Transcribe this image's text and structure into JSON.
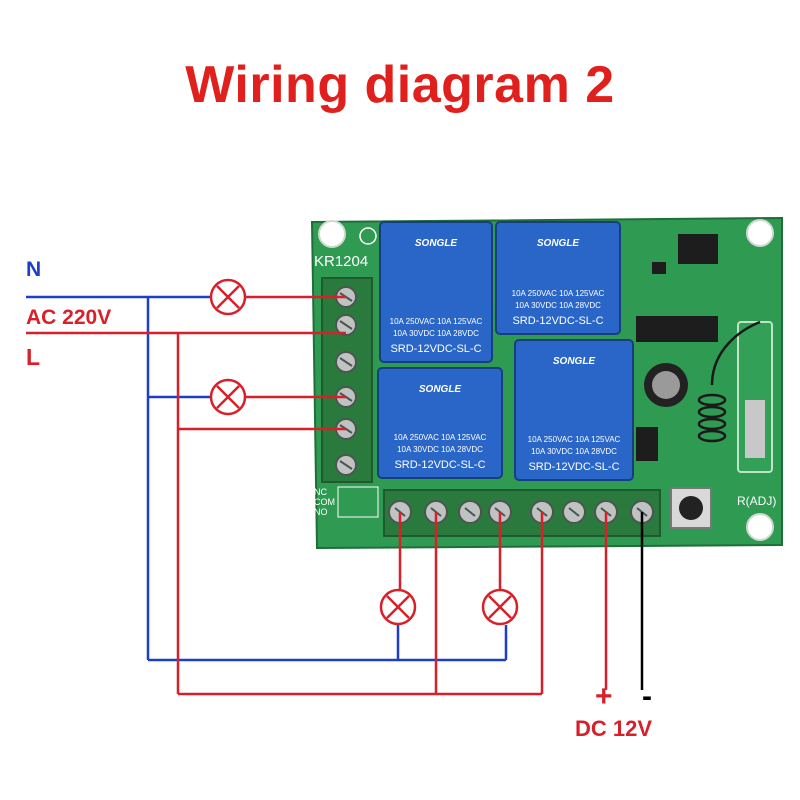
{
  "title": "Wiring diagram 2",
  "labels": {
    "neutral": "N",
    "voltage": "AC 220V",
    "live": "L",
    "plus": "+",
    "minus": "-",
    "dc_supply": "DC 12V"
  },
  "board": {
    "model": "KR1204",
    "relay_brand": "SONGLE",
    "relay_model": "SRD-12VDC-SL-C",
    "relay_rating_lines": [
      "10A 250VAC",
      "10A 125VAC",
      "10A 30VDC",
      "10A 28VDC"
    ],
    "relay_count": 4,
    "side_terminal_count": 6,
    "bottom_terminal_count": 8,
    "pin_labels": [
      "NC",
      "COM",
      "NO"
    ],
    "trim_label": "R(ADJ)"
  },
  "colors": {
    "title": "#e0201c",
    "neutral_wire": "#1d3ec8",
    "live_wire": "#d8202a",
    "dc_negative_wire": "#000000",
    "pcb": "#2f9a52",
    "relay": "#2a66c8",
    "terminal": "#2a7a3e",
    "label_text": "#d8202a"
  },
  "lamps": [
    {
      "id": "lamp-1",
      "icon": "lamp-icon"
    },
    {
      "id": "lamp-2",
      "icon": "lamp-icon"
    },
    {
      "id": "lamp-3",
      "icon": "lamp-icon"
    },
    {
      "id": "lamp-4",
      "icon": "lamp-icon"
    }
  ]
}
